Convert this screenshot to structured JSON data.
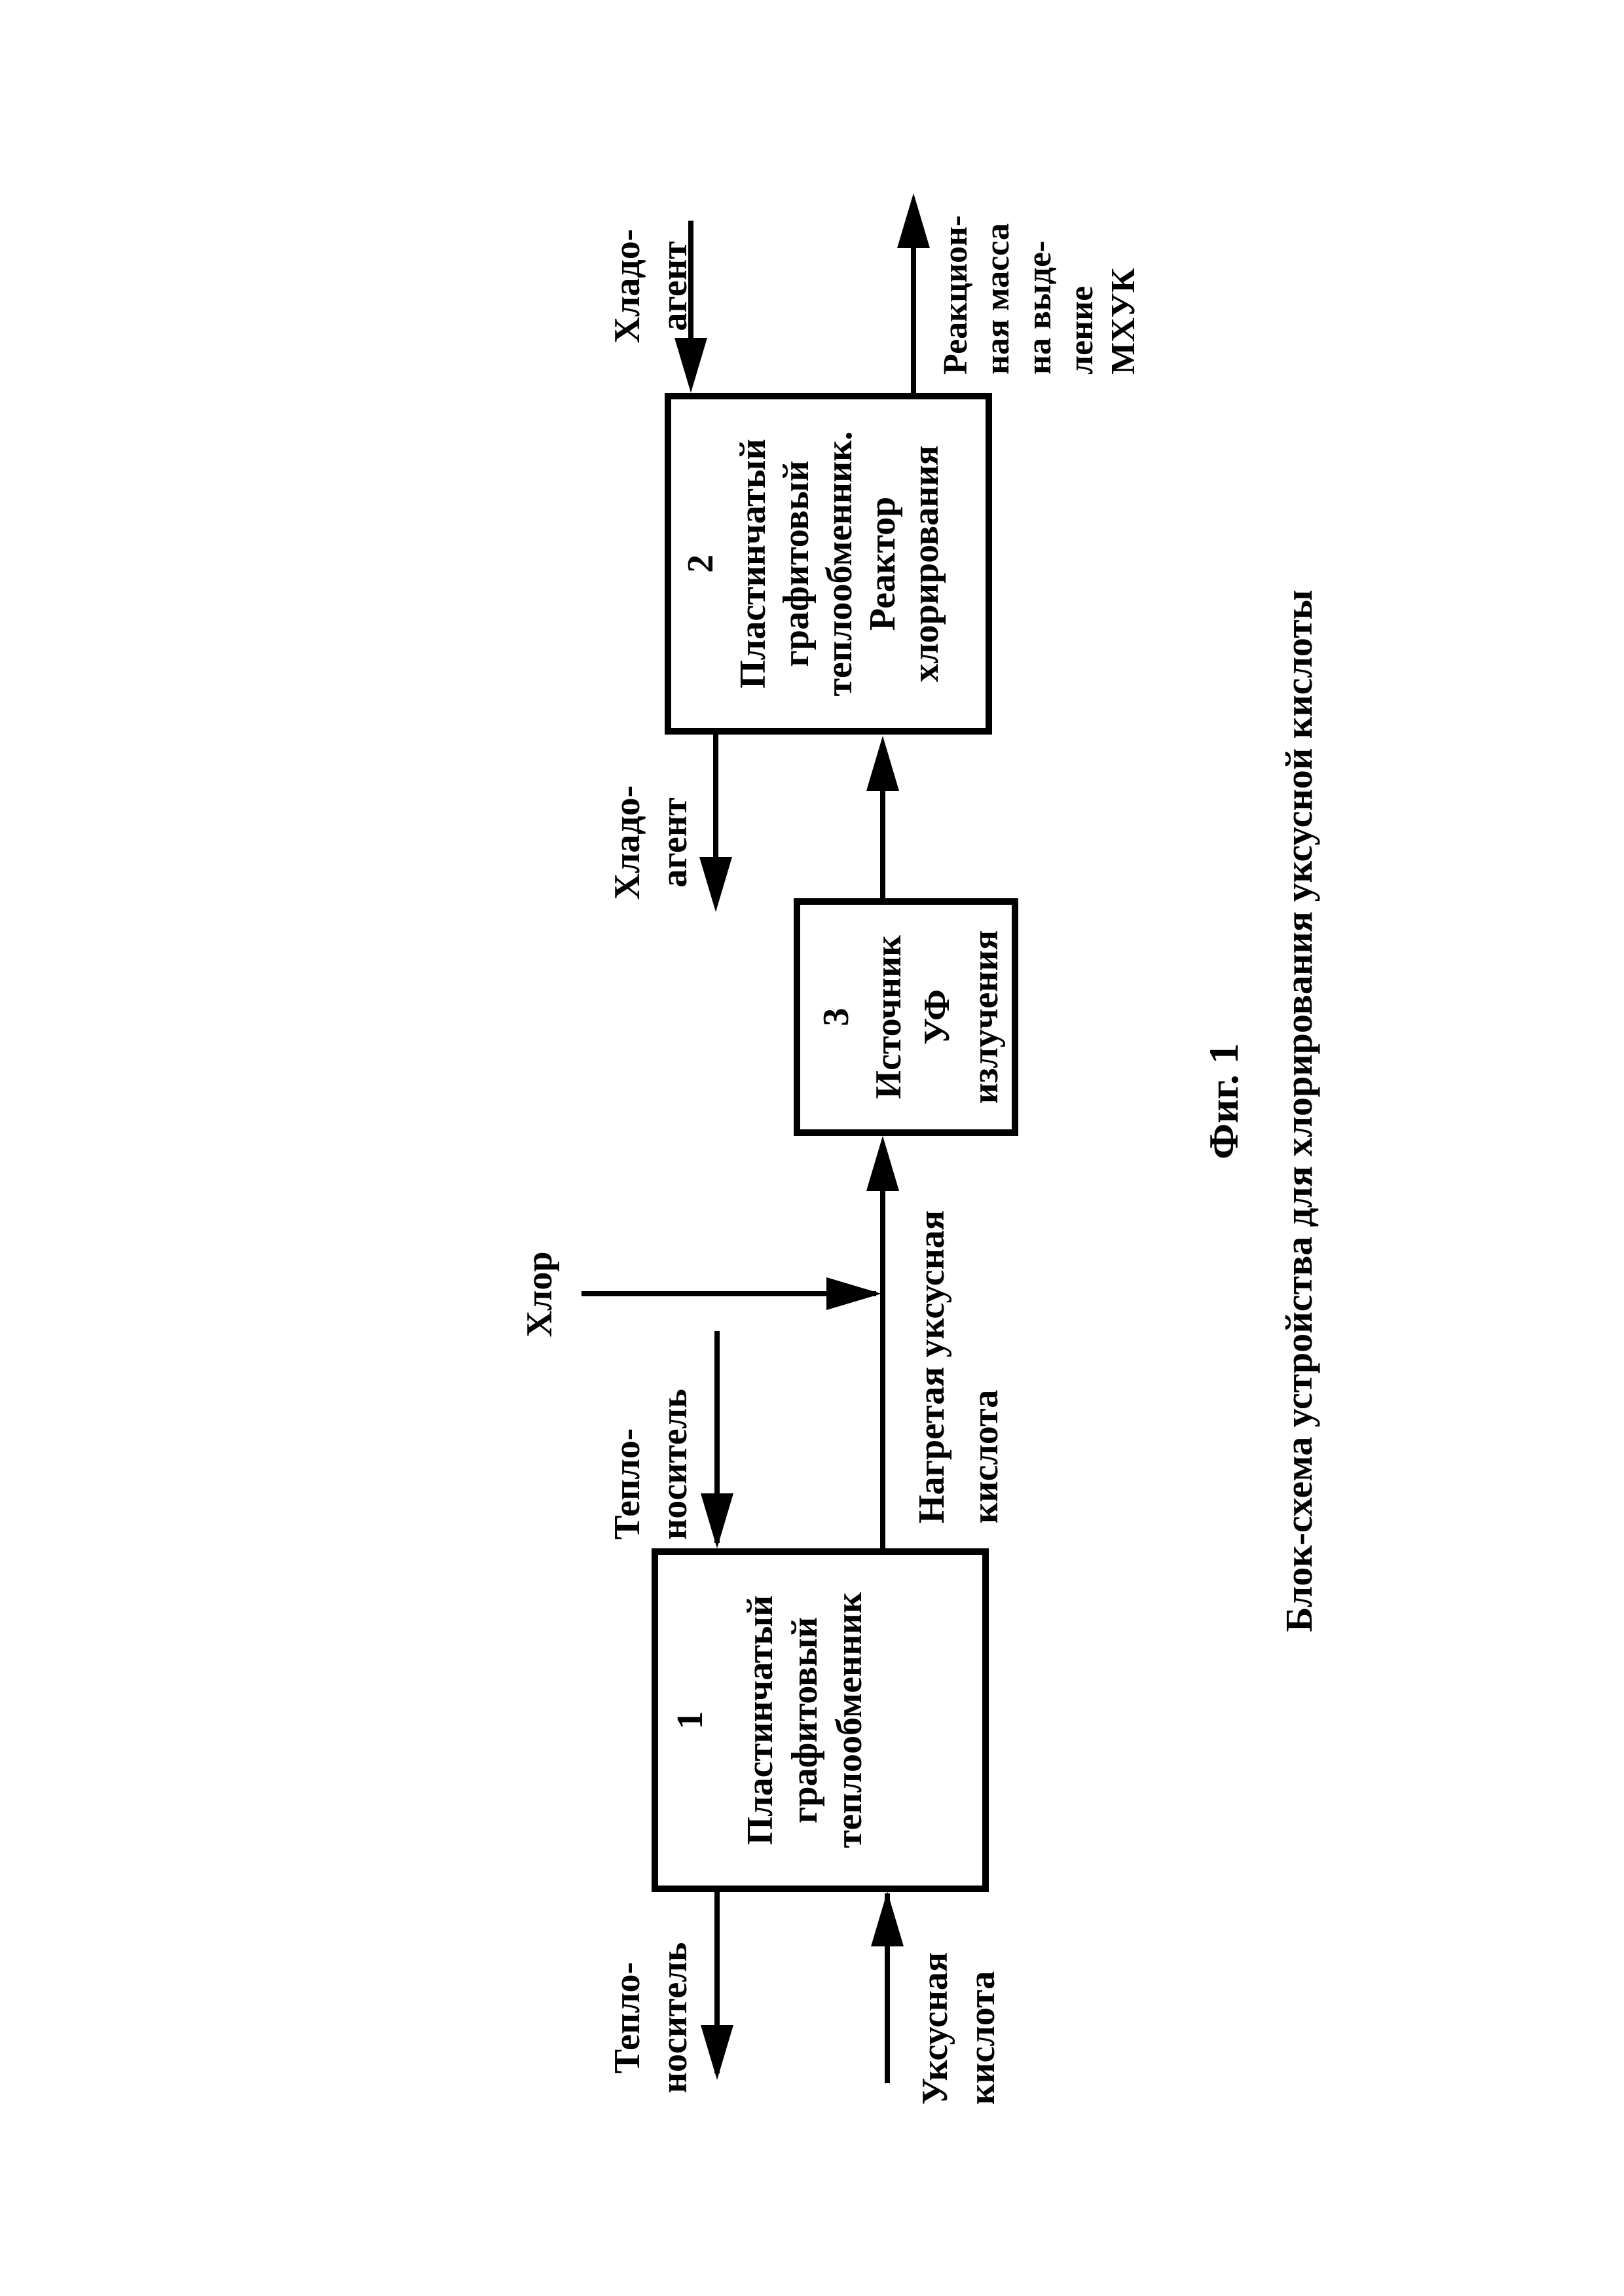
{
  "figure": {
    "caption": "Фиг. 1",
    "title": "Блок-схема устройства для хлорирования уксусной кислоты"
  },
  "boxes": {
    "heat_exchanger_1": {
      "number": "1",
      "lines": [
        "Пластинчатый",
        "графитовый",
        "теплообменник"
      ]
    },
    "reactor_2": {
      "number": "2",
      "lines": [
        "Пластинчатый",
        "графитовый",
        "теплообменник.",
        "Реактор",
        "хлорирования"
      ]
    },
    "uv_source_3": {
      "number": "3",
      "lines": [
        "Источник",
        "УФ",
        "излучения"
      ]
    }
  },
  "flows": {
    "acetic_acid_in": {
      "lines": [
        "Уксусная",
        "кислота"
      ]
    },
    "heat_carrier_out": {
      "lines": [
        "Тепло-",
        "носитель"
      ]
    },
    "heat_carrier_in": {
      "lines": [
        "Тепло-",
        "носитель"
      ]
    },
    "chlorine": {
      "lines": [
        "Хлор"
      ]
    },
    "heated_acid": {
      "lines": [
        "Нагретая уксусная",
        "кислота"
      ]
    },
    "coolant_out": {
      "lines": [
        "Хладо-",
        "агент"
      ]
    },
    "coolant_in": {
      "lines": [
        "Хладо-",
        "агент"
      ]
    },
    "reaction_mass": {
      "lines": [
        "Реакцион-",
        "ная масса",
        "на выде-",
        "ление",
        "МХУК"
      ]
    }
  },
  "colors": {
    "ink": "#000000",
    "paper": "#ffffff"
  }
}
